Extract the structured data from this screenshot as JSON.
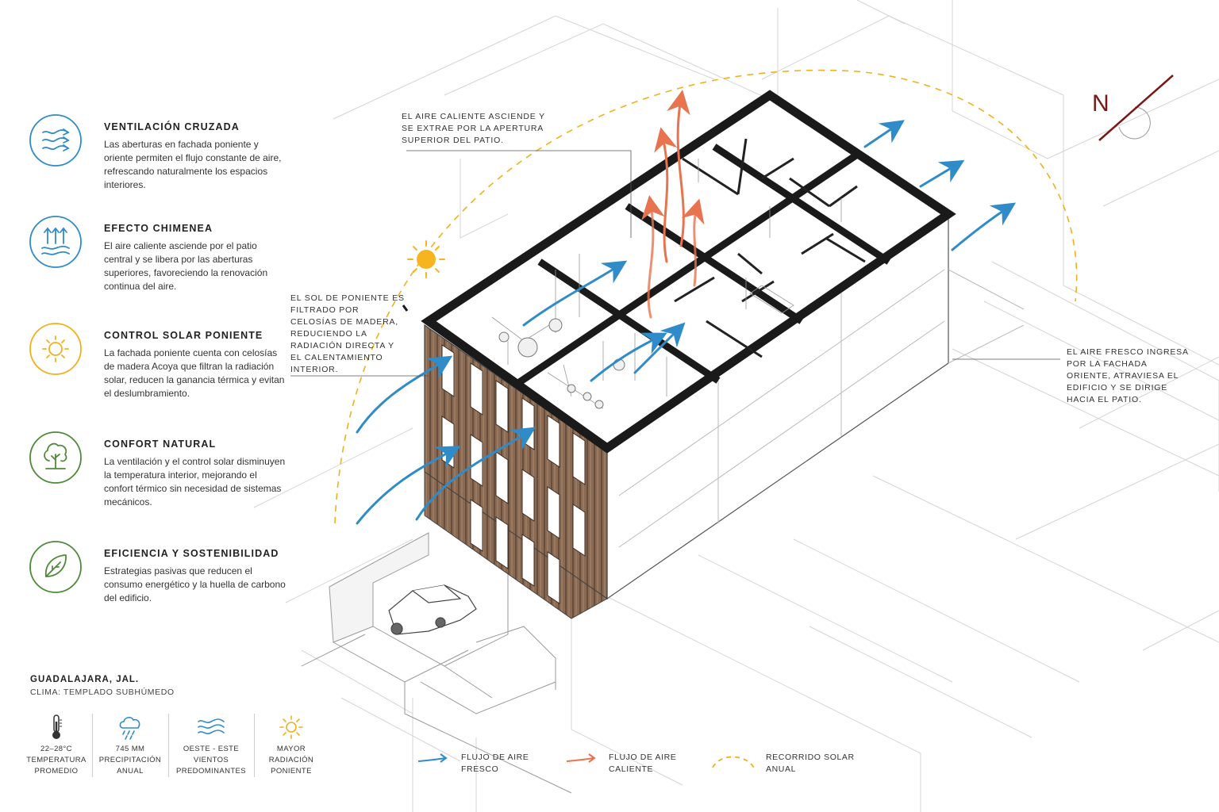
{
  "colors": {
    "blue": "#2f8cc8",
    "orange": "#e8734f",
    "yellow": "#f2b01e",
    "green": "#4f8a3a",
    "wood": "#8a6a52",
    "north": "#7a1717"
  },
  "strategies": [
    {
      "icon": "wind-icon",
      "color": "#2f8cc8",
      "title": "VENTILACIÓN CRUZADA",
      "text": "Las aberturas en fachada poniente y oriente permiten el flujo constante de aire, refrescando naturalmente los espacios interiores."
    },
    {
      "icon": "chimney-effect-icon",
      "color": "#2f8cc8",
      "title": "EFECTO CHIMENEA",
      "text": "El aire caliente asciende por el patio central y se libera por las aberturas superiores, favoreciendo la renovación continua del aire."
    },
    {
      "icon": "sun-icon",
      "color": "#f2b01e",
      "title": "CONTROL SOLAR PONIENTE",
      "text": "La fachada poniente cuenta con celosías de madera Acoya que filtran la radiación solar, reducen la ganancia térmica y evitan el deslumbramiento."
    },
    {
      "icon": "tree-icon",
      "color": "#4f8a3a",
      "title": "CONFORT NATURAL",
      "text": "La ventilación y el control solar disminuyen la temperatura interior, mejorando el confort térmico sin necesidad de sistemas mecánicos."
    },
    {
      "icon": "leaf-icon",
      "color": "#4f8a3a",
      "title": "EFICIENCIA Y SOSTENIBILIDAD",
      "text": "Estrategias pasivas que reducen el consumo energético y la huella de carbono del edificio."
    }
  ],
  "annotations": {
    "hot_air": "EL AIRE CALIENTE ASCIENDE Y SE EXTRAE POR LA APERTURA SUPERIOR DEL PATIO.",
    "west_sun": "EL SOL DE PONIENTE ES FILTRADO POR CELOSÍAS DE MADERA, REDUCIENDO LA RADIACIÓN DIRECTA Y EL CALENTAMIENTO INTERIOR.",
    "fresh_air": "EL AIRE FRESCO INGRESA POR LA FACHADA ORIENTE, ATRAVIESA EL EDIFICIO Y SE DIRIGE HACIA EL PATIO."
  },
  "location": {
    "city": "GUADALAJARA, JAL.",
    "climate": "CLIMA: TEMPLADO SUBHÚMEDO"
  },
  "climate_data": [
    {
      "icon": "thermometer-icon",
      "text": "22–28°C\nTEMPERATURA\nPROMEDIO"
    },
    {
      "icon": "rain-cloud-icon",
      "text": "745 mm\nPRECIPITACIÓN\nANUAL"
    },
    {
      "icon": "waves-icon",
      "text": "OESTE - ESTE\nVIENTOS\nPREDOMINANTES"
    },
    {
      "icon": "sun-icon",
      "text": "MAYOR\nRADIACIÓN\nPONIENTE"
    }
  ],
  "legend": [
    {
      "icon": "blue-arrow-icon",
      "color": "#2f8cc8",
      "text": "FLUJO DE AIRE\nFRESCO"
    },
    {
      "icon": "orange-arrow-icon",
      "color": "#e8734f",
      "text": "FLUJO DE AIRE\nCALIENTE"
    },
    {
      "icon": "dashed-arc-icon",
      "color": "#f2b01e",
      "text": "RECORRIDO SOLAR\nANUAL"
    }
  ],
  "north": {
    "letter": "N"
  }
}
